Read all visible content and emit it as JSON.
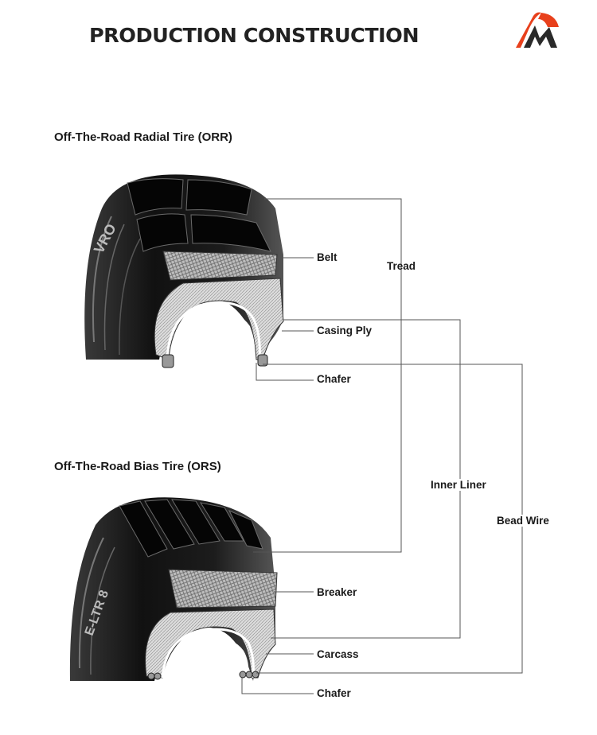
{
  "header": {
    "title": "PRODUCTION CONSTRUCTION",
    "logo_icon": "brand-logo-m",
    "logo_colors": [
      "#e8401c",
      "#2a2a2a"
    ]
  },
  "sections": [
    {
      "title": "Off-The-Road Radial Tire (ORR)"
    },
    {
      "title": "Off-The-Road Bias Tire (ORS)"
    }
  ],
  "labels": {
    "belt": "Belt",
    "tread": "Tread",
    "casing_ply": "Casing Ply",
    "chafer_top": "Chafer",
    "inner_liner": "Inner Liner",
    "bead_wire": "Bead Wire",
    "breaker": "Breaker",
    "carcass": "Carcass",
    "chafer_bottom": "Chafer"
  },
  "sidewall_text": {
    "top": "VRO",
    "bottom": "E-LTR 8"
  }
}
